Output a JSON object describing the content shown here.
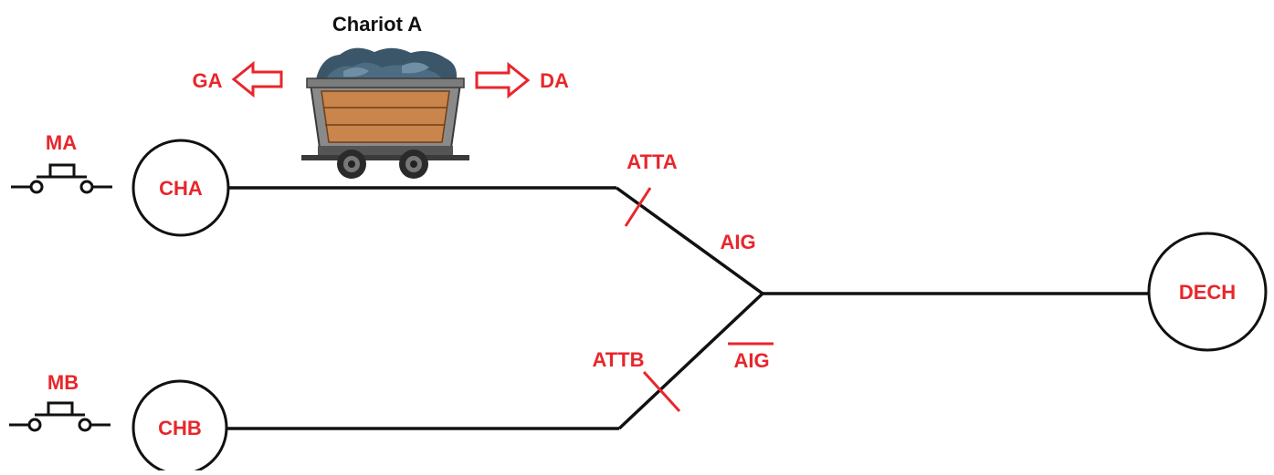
{
  "cart": {
    "title": "Chariot A",
    "left_direction": "GA",
    "right_direction": "DA"
  },
  "switches": {
    "a": "MA",
    "b": "MB"
  },
  "stations": {
    "load_a": "CHA",
    "load_b": "CHB",
    "unload": "DECH"
  },
  "sensors": {
    "stop_a": "ATTA",
    "stop_b": "ATTB"
  },
  "junction": {
    "upper": "AIG",
    "lower": "AIG"
  },
  "colors": {
    "accent": "#e8262b",
    "line": "#111111",
    "background": "#ffffff"
  }
}
